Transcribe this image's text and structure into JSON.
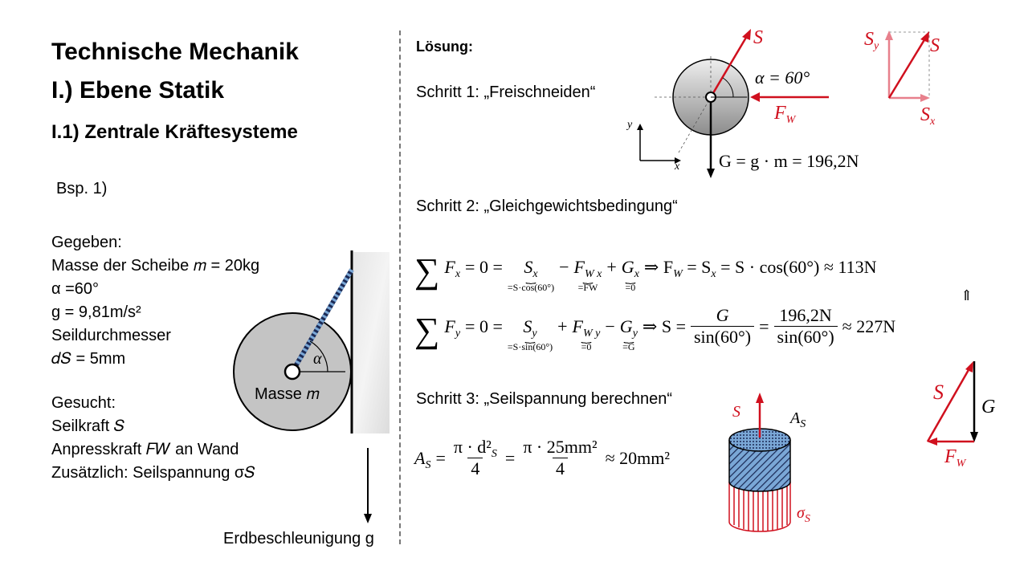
{
  "left": {
    "title1": "Technische Mechanik",
    "title2": "I.) Ebene Statik",
    "title3": "I.1) Zentrale Kräftesysteme",
    "example": "Bsp. 1)",
    "given_header": "Gegeben:",
    "given_items": [
      "Masse der Scheibe 𝑚 = 20kg",
      "α =60°",
      "g = 9,81m/s²",
      "Seildurchmesser",
      "𝑑𝑆 = 5mm"
    ],
    "sought_header": "Gesucht:",
    "sought_items": [
      "Seilkraft 𝑆",
      "Anpresskraft 𝐹𝑊 an Wand",
      "Zusätzlich: Seilspannung σ𝑆"
    ],
    "disk_label": "Masse 𝑚",
    "alpha_label": "α",
    "gravity_label": "Erdbeschleunigung g"
  },
  "right": {
    "solution": "Lösung:",
    "step1": "Schritt 1: „Freischneiden“",
    "step2": "Schritt 2: „Gleichgewichtsbedingung“",
    "step3": "Schritt 3: „Seilspannung berechnen“",
    "fbd": {
      "S": "S",
      "alpha": "α = 60°",
      "FW": "F",
      "FW_sub": "W",
      "G_eq": "G = g · m = 196,2N",
      "x": "x",
      "y": "y"
    },
    "vec_decomp": {
      "Sy": "S",
      "Sy_sub": "y",
      "S": "S",
      "Sx": "S",
      "Sx_sub": "x"
    },
    "eq1": {
      "lhs": "F",
      "lhs_sub": "x",
      "eq0": "= 0 =",
      "t1": "S",
      "t1_sub": "x",
      "t1_under": "=S·cos(60°)",
      "op1": "−",
      "t2": "F",
      "t2_sub": "W x",
      "t2_under": "=FW",
      "op2": "+",
      "t3": "G",
      "t3_sub": "x",
      "t3_under": "=0",
      "result": "⇒ F",
      "result_sub": "W",
      "result_rest": "= S",
      "result_rest_sub": "x",
      "result_tail": "= S · cos(60°) ≈ 113N"
    },
    "implies_up": "⇑",
    "eq2": {
      "lhs": "F",
      "lhs_sub": "y",
      "eq0": "= 0 =",
      "t1": "S",
      "t1_sub": "y",
      "t1_under": "=S·sin(60°)",
      "op1": "+",
      "t2": "F",
      "t2_sub": "W y",
      "t2_under": "=0",
      "op2": "−",
      "t3": "G",
      "t3_sub": "y",
      "t3_under": "=G",
      "result": "⇒ S =",
      "frac1_num": "G",
      "frac1_den": "sin(60°)",
      "eq": "=",
      "frac2_num": "196,2N",
      "frac2_den": "sin(60°)",
      "tail": "≈ 227N"
    },
    "eq3": {
      "lhs": "A",
      "lhs_sub": "S",
      "eq": "=",
      "frac1_num": "π · d²",
      "frac1_num_sub": "S",
      "frac1_den": "4",
      "eq2": "=",
      "frac2_num": "π · 25mm²",
      "frac2_den": "4",
      "tail": "≈ 20mm²"
    },
    "cylinder": {
      "S": "S",
      "AS": "A",
      "AS_sub": "S",
      "sigma": "σ",
      "sigma_sub": "S"
    },
    "triangle": {
      "S": "S",
      "G": "G",
      "FW": "F",
      "FW_sub": "W"
    }
  },
  "colors": {
    "accent_red": "#d0101e",
    "pink": "#e8808c",
    "cyl_blue": "#7aa7d6"
  }
}
